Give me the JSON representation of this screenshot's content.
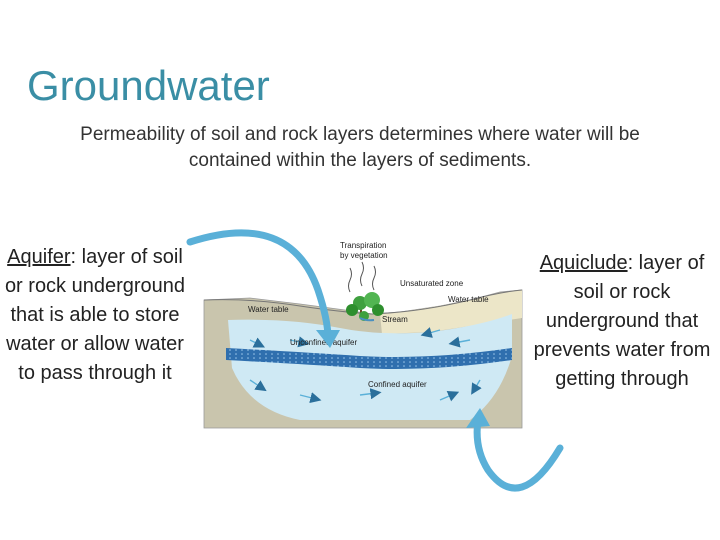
{
  "title": "Groundwater",
  "subtitle": "Permeability of soil and rock layers determines where  water will be contained within the layers of sediments.",
  "aquifer": {
    "term": "Aquifer",
    "definition": ": layer of soil or rock underground that is able to store water or allow water to pass through it"
  },
  "aquiclude": {
    "term": "Aquiclude",
    "definition": ": layer of soil or rock underground that prevents water from getting through"
  },
  "diagram": {
    "labels": {
      "transpiration": "Transpiration\nby vegetation",
      "unsaturated": "Unsaturated zone",
      "water_table_right": "Water table",
      "water_table_left": "Water table",
      "stream": "Stream",
      "unconfined": "Unconfined aquifer",
      "confined": "Confined aquifer"
    },
    "colors": {
      "soil": "#c9c5ad",
      "unsaturated": "#ece6c8",
      "water": "#cfe9f4",
      "confining_layer": "#2f6fae",
      "arrow": "#5ab0d8"
    }
  }
}
